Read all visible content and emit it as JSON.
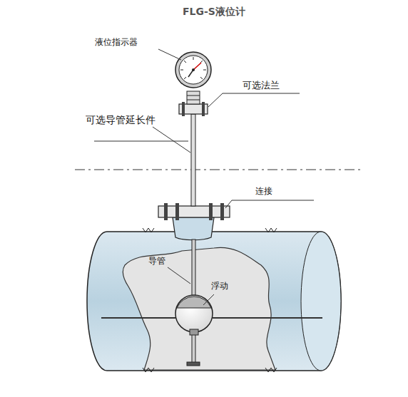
{
  "diagram": {
    "title": "FLG-S液位计",
    "labels": [
      "液位指示器",
      "可选法兰",
      "可选导管延长件",
      "连接",
      "导管",
      "浮动"
    ]
  }
}
